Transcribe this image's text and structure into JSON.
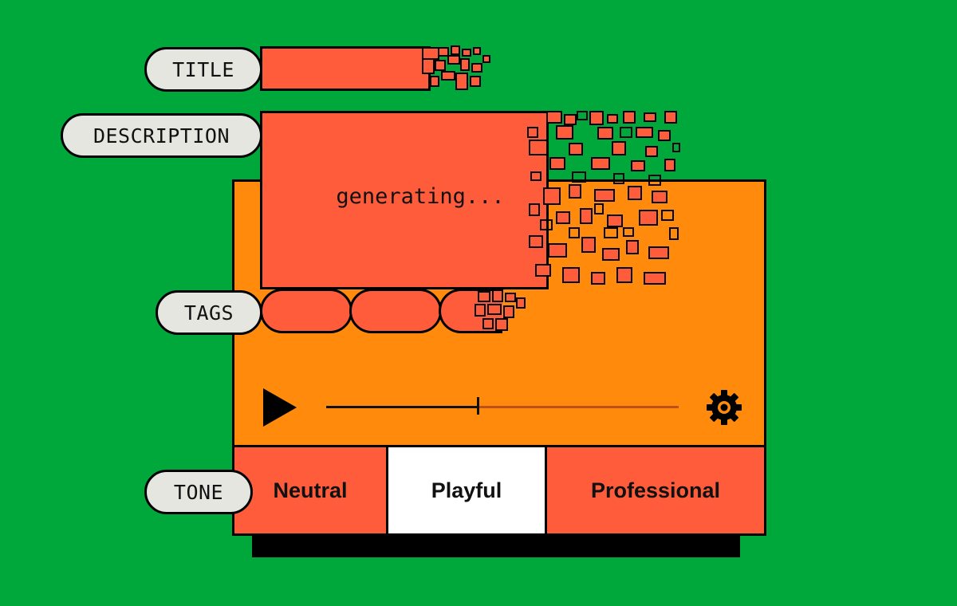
{
  "labels": {
    "title": "TITLE",
    "description": "DESCRIPTION",
    "tags": "TAGS",
    "tone": "TONE"
  },
  "description_box": {
    "status_text": "generating..."
  },
  "player": {
    "progress": 0.43,
    "play_icon": "play-icon",
    "settings_icon": "gear-icon"
  },
  "tone": {
    "options": [
      "Neutral",
      "Playful",
      "Professional"
    ],
    "selected": "Playful"
  },
  "colors": {
    "background": "#00a83b",
    "coral": "#ff5c3b",
    "orange": "#ff8a0b",
    "pill": "#e6e6e0",
    "selected_option": "#ffffff"
  }
}
